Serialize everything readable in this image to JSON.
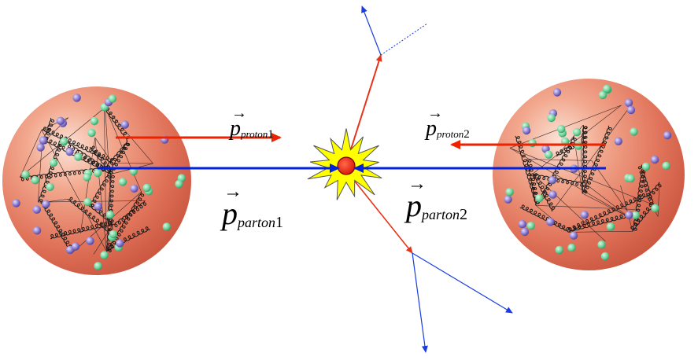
{
  "labels": {
    "proton1": {
      "symbol": "p",
      "subscript": "proton",
      "index": "1"
    },
    "proton2": {
      "symbol": "p",
      "subscript": "proton",
      "index": "2"
    },
    "parton1": {
      "symbol": "p",
      "subscript": "parton",
      "index": "1"
    },
    "parton2": {
      "symbol": "p",
      "subscript": "parton",
      "index": "2"
    },
    "vector_arrow": "→"
  },
  "colors": {
    "proton_momentum": "#ee2200",
    "parton_momentum": "#0022dd",
    "outgoing_parton": "#e8321a",
    "jet_fragment": "#1a3de0",
    "collision_burst": "#ffff00",
    "collision_core": "#ee1100",
    "proton_sphere": "#e0735a",
    "gluon": "#1a1a1a",
    "quark_green": "#6fd49a",
    "quark_purple": "#8878cc"
  }
}
